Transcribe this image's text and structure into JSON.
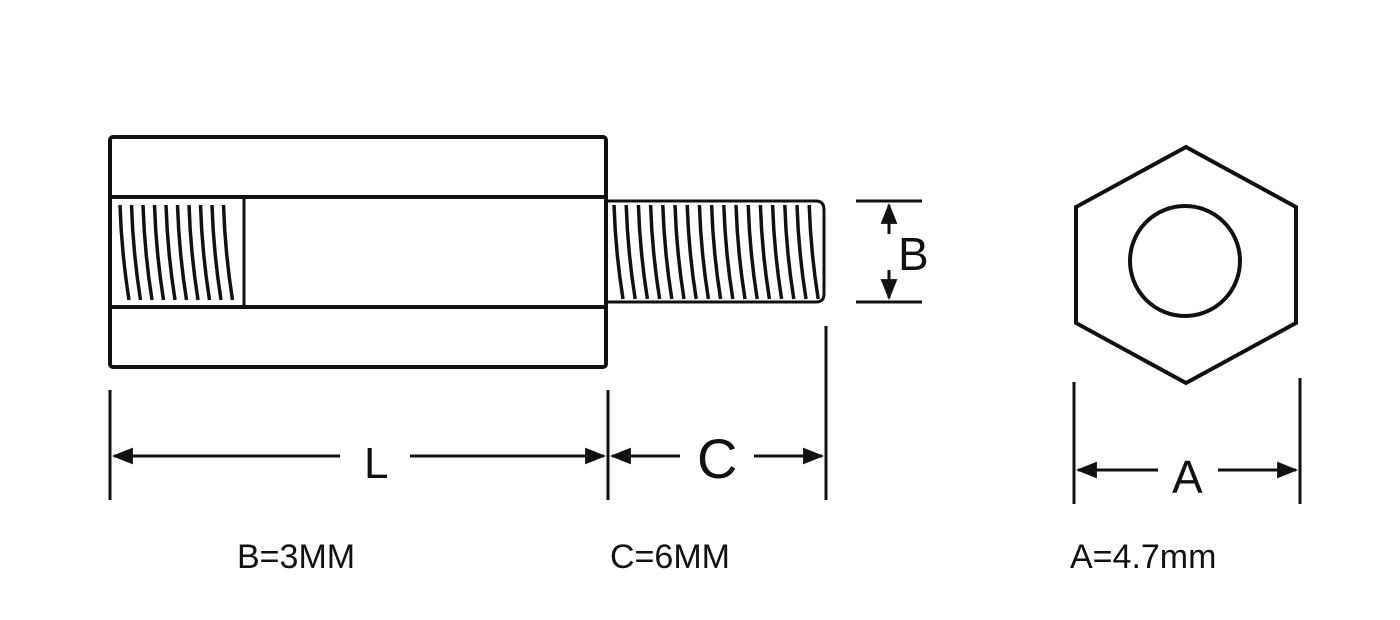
{
  "diagram": {
    "labels": {
      "length": "L",
      "thread_length": "C",
      "thread_diameter": "B",
      "hex_width": "A"
    },
    "specs": {
      "b": "B=3MM",
      "c": "C=6MM",
      "a": "A=4.7mm"
    },
    "line_color": "#111111"
  }
}
